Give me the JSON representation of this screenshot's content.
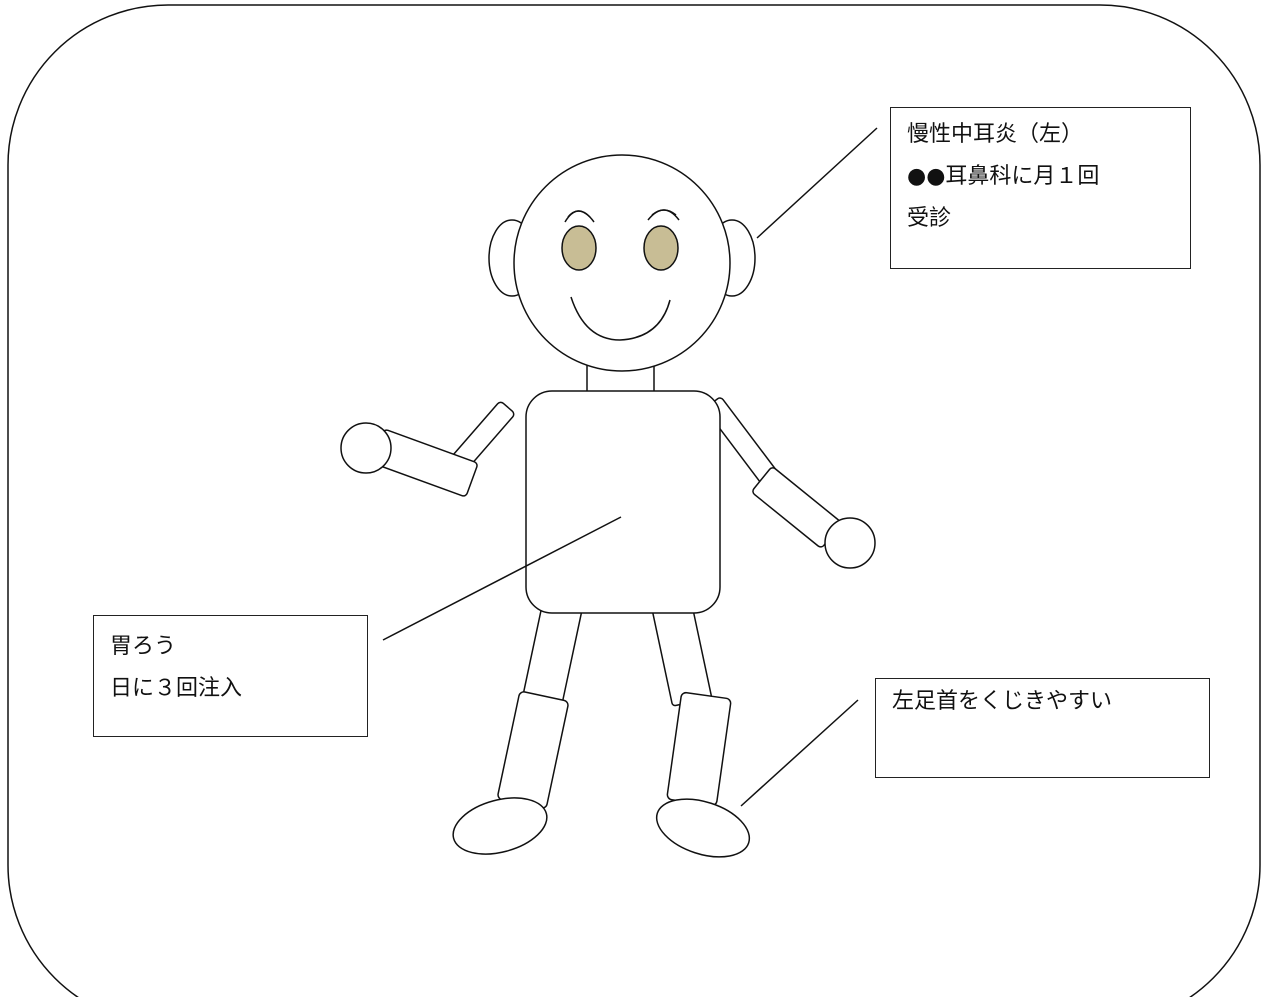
{
  "colors": {
    "eye": "#c8bd95",
    "line": "#111111",
    "fill": "#ffffff"
  },
  "notes": {
    "ear": {
      "line1": "慢性中耳炎（左）",
      "line2": "●●耳鼻科に月１回",
      "line3": "受診"
    },
    "stomach": {
      "line1": "胃ろう",
      "line2": "日に３回注入"
    },
    "ankle": {
      "line1": "左足首をくじきやすい"
    }
  }
}
